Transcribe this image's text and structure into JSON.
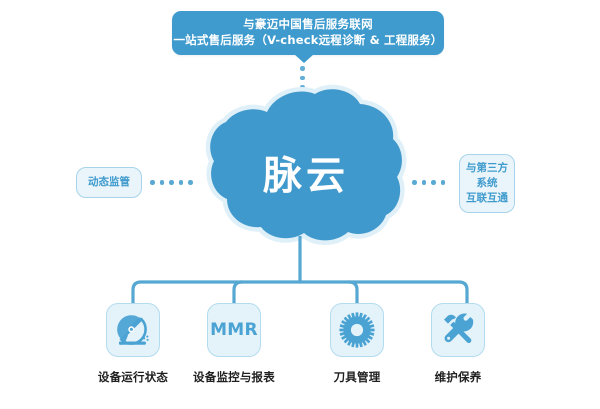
{
  "diagram": {
    "title_banner": {
      "line1": "与豪迈中国售后服务联网",
      "line2": "一站式售后服务（V-check远程诊断 & 工程服务）"
    },
    "cloud": {
      "label": "脉云",
      "color": "#4099cc"
    },
    "side_labels": {
      "left": "动态监管",
      "right_line1": "与第三方",
      "right_line2": "系统",
      "right_line3": "互联互通"
    },
    "nodes": [
      {
        "icon": "satellite-dish-icon",
        "icon_text": "",
        "caption": "设备运行状态"
      },
      {
        "icon": "mmr-text-icon",
        "icon_text": "MMR",
        "caption": "设备监控与报表"
      },
      {
        "icon": "saw-blade-gear-icon",
        "icon_text": "",
        "caption": "刀具管理"
      },
      {
        "icon": "hammer-wrench-icon",
        "icon_text": "",
        "caption": "维护保养"
      }
    ],
    "colors": {
      "accent": "#3f9bcd",
      "cloud_fill": "#4099cc",
      "card_fill": "#e4f2fa",
      "card_border": "#b3dcef",
      "pill_fill": "#eaf5fb",
      "pill_border": "#a7d4ea",
      "connector": "#56a8d2",
      "caption_text": "#1f1f1f"
    }
  }
}
